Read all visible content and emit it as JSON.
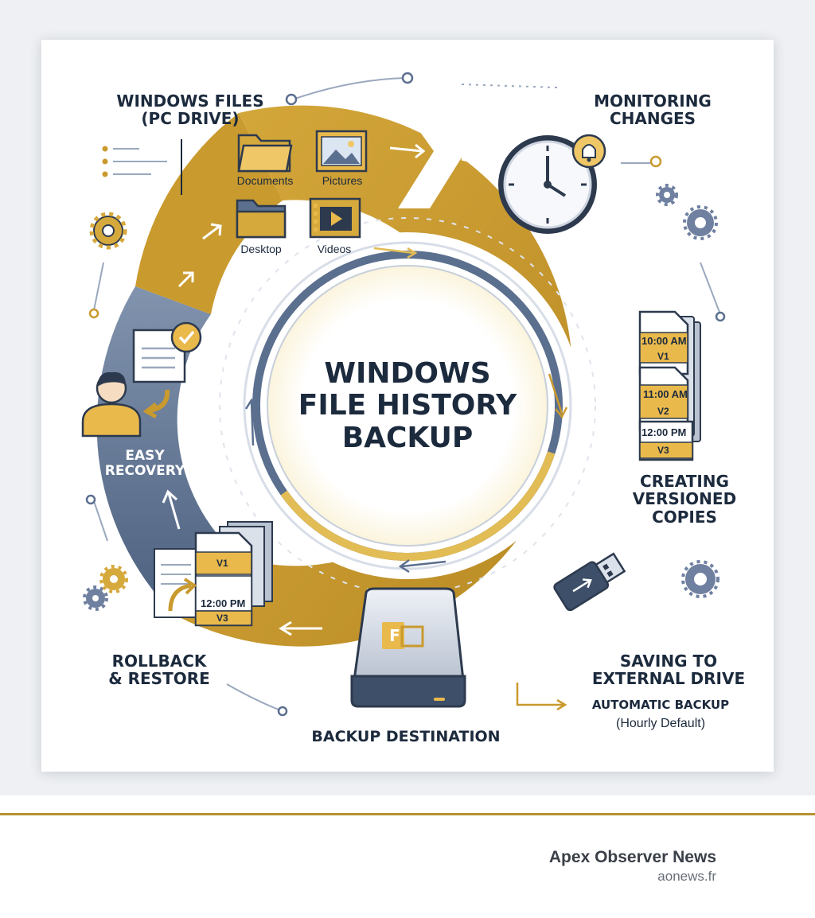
{
  "title": "WINDOWS\nFILE HISTORY\nBACKUP",
  "steps": {
    "windows_files": "WINDOWS FILES\n(PC DRIVE)",
    "monitoring": "MONITORING\nCHANGES",
    "versioned": "CREATING\nVERSIONED\nCOPIES",
    "saving": "SAVING TO\nEXTERNAL DRIVE",
    "automatic": "AUTOMATIC BACKUP",
    "automatic_note": "(Hourly Default)",
    "destination": "BACKUP DESTINATION",
    "rollback": "ROLLBACK\n& RESTORE",
    "recovery": "EASY\nRECOVERY"
  },
  "folders": {
    "documents": "Documents",
    "pictures": "Pictures",
    "desktop": "Desktop",
    "videos": "Videos"
  },
  "versions": {
    "t1": "10:00 AM",
    "v1": "V1",
    "t2": "11:00 AM",
    "v2": "V2",
    "t3": "12:00 PM",
    "v3": "V3"
  },
  "restore_stack": {
    "v1": "V1",
    "t": "12:00 PM",
    "v3": "V3"
  },
  "drive_letter": "F",
  "footer": {
    "name": "Apex Observer News",
    "url": "aonews.fr"
  },
  "colors": {
    "gold": "#c99a2e",
    "slate": "#5b6f8f",
    "navy": "#1c2a3d"
  },
  "icons": [
    "folder-icon",
    "picture-folder-icon",
    "video-folder-icon",
    "clock-icon",
    "bell-icon",
    "document-stack-icon",
    "usb-drive-icon",
    "external-drive-icon",
    "gear-icon",
    "user-icon",
    "checkmark-icon",
    "logo-icon"
  ]
}
